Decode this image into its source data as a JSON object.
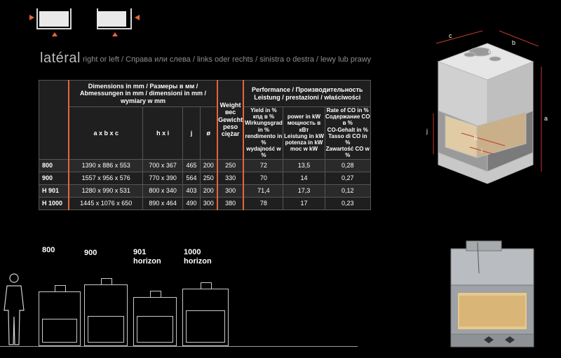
{
  "header": {
    "title": "latéral",
    "subtitle": "right or left / Справа или слева  / links oder rechts / sinistra o destra / lewy lub prawy"
  },
  "colors": {
    "accent": "#e8643c",
    "background": "#000000",
    "table_bg": "#1f1f1f"
  },
  "table": {
    "dimensions_header": "Dimensions in mm / Размеры в мм / Abmessungen in mm / dimensioni in mm / wymiary w mm",
    "weight_header": "Weight\nвес\nGewicht\npeso\nciężar",
    "performance_header": "Performance / Производительность\nLeistung / prestazioni / właściwości",
    "dim_cols": [
      "a  x  b  x  c",
      "h  x  i",
      "j",
      "ø"
    ],
    "perf_cols": [
      "Yield in %\nкпд в %\nWirkungsgrad in %\nrendimento in %\nwydajność w %",
      "power in kW\nмощность в кВт\nLeistung in kW\npotenza in kW\nmoc w kW",
      "Rate of CO in %\nСодержание CO в %\nCO-Gehalt in %\nTasso di CO in %\nZawartość CO w %"
    ],
    "rows": [
      {
        "model": "800",
        "abc": "1390 x 886 x 553",
        "hi": "700 x 367",
        "j": "465",
        "d": "200",
        "weight": "250",
        "yield": "72",
        "power": "13,5",
        "co": "0,28"
      },
      {
        "model": "900",
        "abc": "1557 x 956 x 576",
        "hi": "770 x 390",
        "j": "564",
        "d": "250",
        "weight": "330",
        "yield": "70",
        "power": "14",
        "co": "0,27"
      },
      {
        "model": "H 901",
        "abc": "1280 x 990 x 531",
        "hi": "800 x 340",
        "j": "403",
        "d": "200",
        "weight": "300",
        "yield": "71,4",
        "power": "17,3",
        "co": "0,12"
      },
      {
        "model": "H 1000",
        "abc": "1445 x 1076 x 650",
        "hi": "890 x 464",
        "j": "490",
        "d": "300",
        "weight": "380",
        "yield": "78",
        "power": "17",
        "co": "0,23"
      }
    ]
  },
  "diagram": {
    "labels": {
      "a": "a",
      "b": "b",
      "c": "c",
      "h": "h",
      "i": "i",
      "j": "j",
      "d": "ø"
    }
  },
  "models": {
    "m800": "800",
    "m900": "900",
    "m901": "901\nhorizon",
    "m1000": "1000\nhorizon"
  }
}
